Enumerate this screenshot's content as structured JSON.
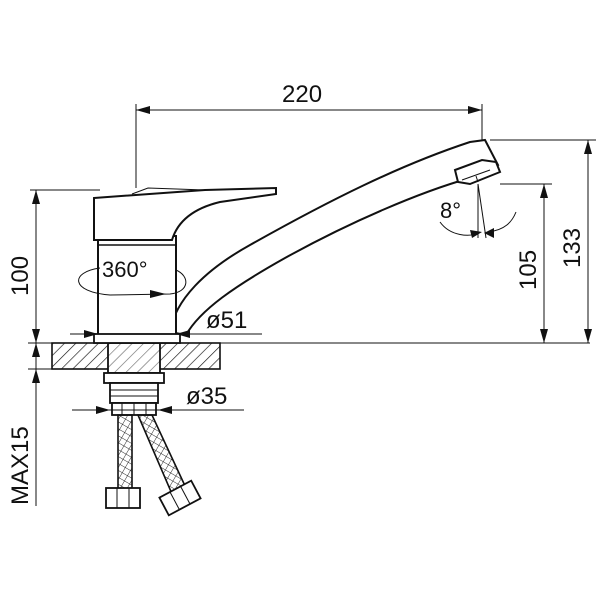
{
  "dimensions": {
    "spout_reach": "220",
    "total_height": "133",
    "outlet_height": "105",
    "body_height": "100",
    "rotation": "360°",
    "spout_angle": "8°",
    "body_diameter": "ø51",
    "shank_diameter": "ø35",
    "max_counter_thickness": "MAX15"
  }
}
